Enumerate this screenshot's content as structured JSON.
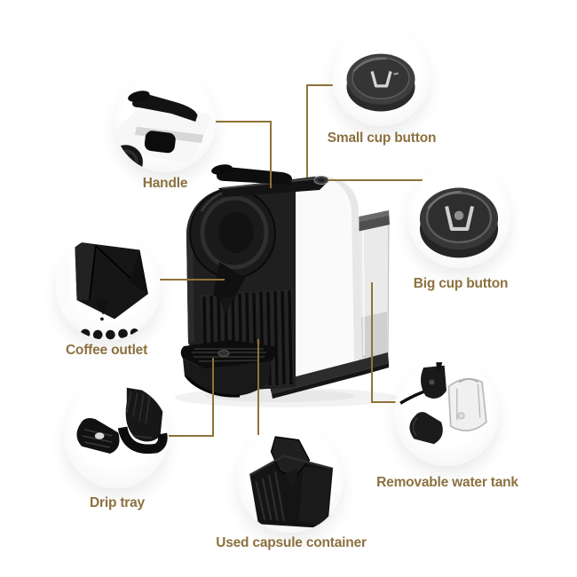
{
  "accent": {
    "line_color": "#8F7338",
    "label_color": "#8C7140"
  },
  "machine_colors": {
    "body_white": "#FAFAFA",
    "parts_black": "#1A1A1A",
    "water_tank": "#E8E8E8",
    "base": "#2C2C2C"
  },
  "callouts": {
    "handle": {
      "label": "Handle",
      "icon": "handle-photo-icon"
    },
    "small_cup": {
      "label": "Small cup button",
      "icon": "small-cup-button-photo-icon"
    },
    "big_cup": {
      "label": "Big cup button",
      "icon": "big-cup-button-photo-icon"
    },
    "coffee_outlet": {
      "label": "Coffee outlet",
      "icon": "coffee-outlet-photo-icon"
    },
    "drip_tray": {
      "label": "Drip tray",
      "icon": "drip-tray-photo-icon"
    },
    "used_capsule": {
      "label": "Used capsule container",
      "icon": "used-capsule-container-photo-icon"
    },
    "water_tank": {
      "label": "Removable water tank",
      "icon": "removable-water-tank-photo-icon"
    }
  }
}
